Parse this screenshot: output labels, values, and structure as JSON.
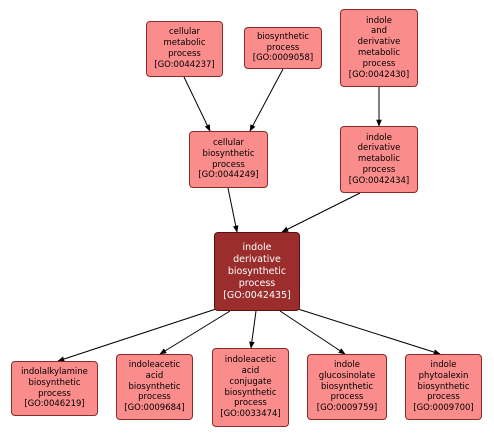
{
  "nodes": {
    "n0044237": {
      "lines": [
        "cellular",
        "metabolic",
        "process",
        "[GO:0044237]"
      ]
    },
    "n0009058": {
      "lines": [
        "biosynthetic",
        "process",
        "[GO:0009058]"
      ]
    },
    "n0042430": {
      "lines": [
        "indole",
        "and",
        "derivative",
        "metabolic",
        "process",
        "[GO:0042430]"
      ]
    },
    "n0044249": {
      "lines": [
        "cellular",
        "biosynthetic",
        "process",
        "[GO:0044249]"
      ]
    },
    "n0042434": {
      "lines": [
        "indole",
        "derivative",
        "metabolic",
        "process",
        "[GO:0042434]"
      ]
    },
    "n0042435": {
      "lines": [
        "indole",
        "derivative",
        "biosynthetic",
        "process",
        "[GO:0042435]"
      ]
    },
    "n0046219": {
      "lines": [
        "indolalkylamine",
        "biosynthetic",
        "process",
        "[GO:0046219]"
      ]
    },
    "n0009684": {
      "lines": [
        "indoleacetic",
        "acid",
        "biosynthetic",
        "process",
        "[GO:0009684]"
      ]
    },
    "n0033474": {
      "lines": [
        "indoleacetic",
        "acid",
        "conjugate",
        "biosynthetic",
        "process",
        "[GO:0033474]"
      ]
    },
    "n0009759": {
      "lines": [
        "indole",
        "glucosinolate",
        "biosynthetic",
        "process",
        "[GO:0009759]"
      ]
    },
    "n0009700": {
      "lines": [
        "indole",
        "phytoalexin",
        "biosynthetic",
        "process",
        "[GO:0009700]"
      ]
    }
  },
  "colors": {
    "node_fill": "#fa8c8c",
    "focus_fill": "#9b2d2d",
    "edge": "#000000"
  }
}
